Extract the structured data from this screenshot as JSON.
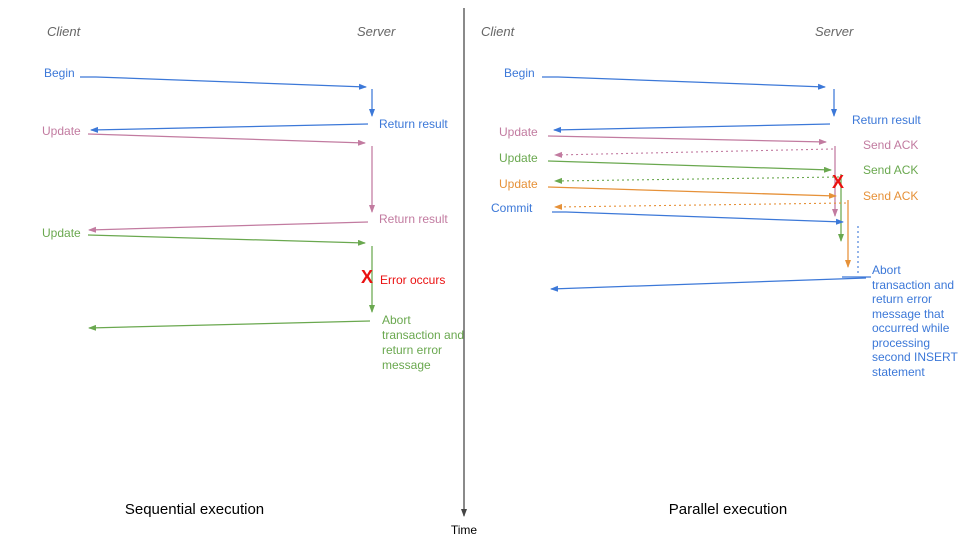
{
  "left_panel": {
    "title": "Sequential execution",
    "client_label": "Client",
    "server_label": "Server",
    "begin_label": "Begin",
    "return_result_1_label": "Return result",
    "update_1_label": "Update",
    "return_result_2_label": "Return result",
    "update_2_label": "Update",
    "error_x": "X",
    "error_label": "Error occurs",
    "abort_label": "Abort transaction and return error message"
  },
  "right_panel": {
    "title": "Parallel execution",
    "client_label": "Client",
    "server_label": "Server",
    "begin_label": "Begin",
    "return_result_label": "Return result",
    "update_1_label": "Update",
    "update_2_label": "Update",
    "update_3_label": "Update",
    "commit_label": "Commit",
    "send_ack_1_label": "Send ACK",
    "send_ack_2_label": "Send ACK",
    "send_ack_3_label": "Send ACK",
    "error_x": "X",
    "abort_label": "Abort transaction and return error message that occurred while processing second INSERT statement"
  },
  "time_axis": {
    "label": "Time"
  },
  "colors": {
    "blue": "#3c78d8",
    "pink": "#c27ba0",
    "green": "#6aa84f",
    "orange": "#e69138",
    "red": "#ea1111",
    "actor_gray": "#666666",
    "axis_gray": "#444444"
  }
}
